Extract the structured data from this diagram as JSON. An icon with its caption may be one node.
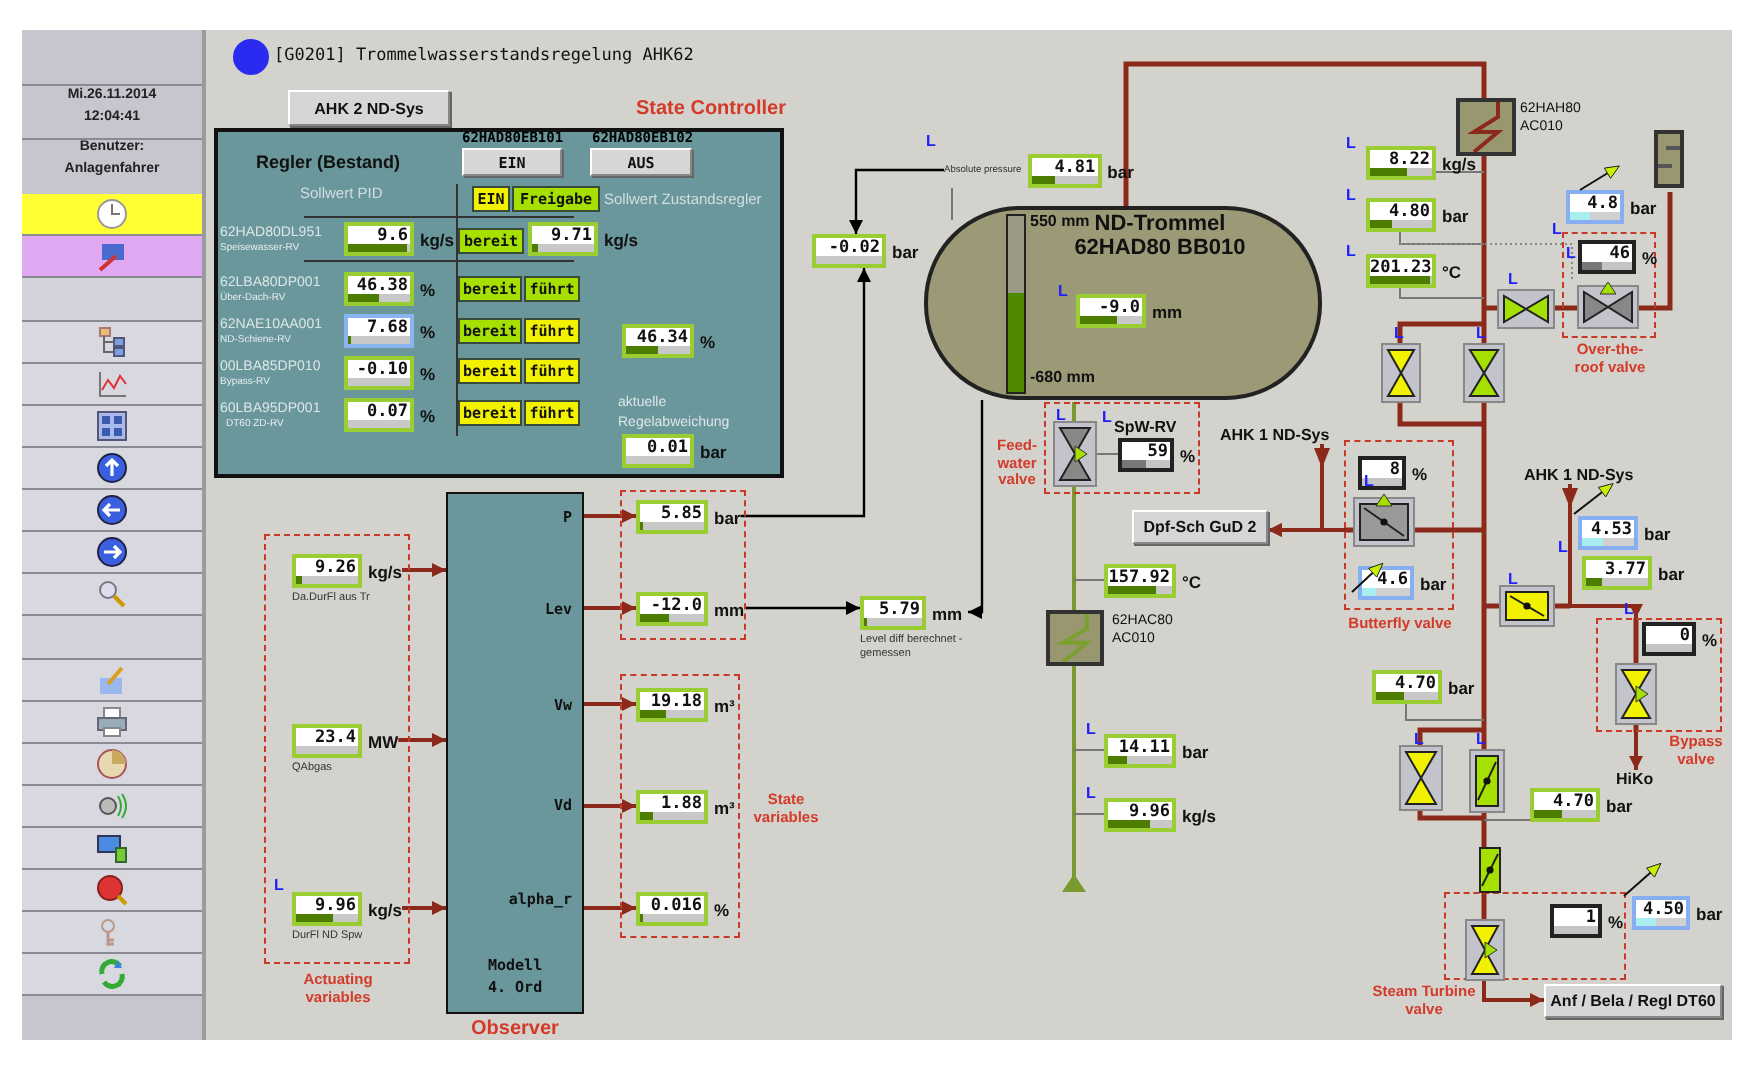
{
  "diagram": {
    "title": "[G0201] Trommelwasserstandsregelung AHK62",
    "nodes": [
      {
        "text": [
          "AHK 2 ND-Sys"
        ]
      },
      {
        "text": [
          "Regler (Bestand)"
        ],
        "beside": [
          "State Controller"
        ]
      },
      {
        "text": [
          "EIN"
        ],
        "in": 1
      },
      {
        "text": [
          "AUS"
        ],
        "in": 1
      },
      {
        "text": [
          "EIN"
        ],
        "in": 1
      },
      {
        "text": [
          "Freigabe"
        ],
        "in": 1
      },
      {
        "text": [
          "9.6"
        ],
        "beside": [
          "kg/s"
        ],
        "in": 1
      },
      {
        "text": [
          "bereit"
        ],
        "in": 1
      },
      {
        "text": [
          "9.71"
        ],
        "beside": [
          "kg/s"
        ],
        "in": 1
      },
      {
        "text": [
          "46.38"
        ],
        "beside": [
          "%"
        ],
        "in": 1
      },
      {
        "text": [
          "bereit"
        ],
        "in": 1
      },
      {
        "text": [
          "führt"
        ],
        "in": 1
      },
      {
        "text": [
          "7.68"
        ],
        "beside": [
          "%"
        ],
        "in": 1
      },
      {
        "text": [
          "bereit"
        ],
        "in": 1
      },
      {
        "text": [
          "führt"
        ],
        "in": 1
      },
      {
        "text": [
          "-0.10"
        ],
        "beside": [
          "%"
        ],
        "in": 1
      },
      {
        "text": [
          "bereit"
        ],
        "in": 1
      },
      {
        "text": [
          "führt"
        ],
        "in": 1
      },
      {
        "text": [
          "0.07"
        ],
        "beside": [
          "%"
        ],
        "in": 1
      },
      {
        "text": [
          "bereit"
        ],
        "in": 1
      },
      {
        "text": [
          "führt"
        ],
        "in": 1
      },
      {
        "text": [
          "46.34"
        ],
        "beside": [
          "%"
        ],
        "in": 1
      },
      {
        "text": [
          "0.01"
        ],
        "beside": [
          "bar"
        ],
        "in": 1
      },
      {
        "text": [
          "-0.02"
        ],
        "beside": [
          "bar"
        ]
      },
      {
        "text": [
          "4.81"
        ],
        "beside": [
          "bar",
          "Absolute pressure"
        ]
      },
      {
        "text": [
          "550 mm",
          "ND-Trommel 62HAD80 BB010",
          "-680 mm"
        ]
      },
      {
        "text": [
          "-9.0"
        ],
        "beside": [
          "mm"
        ],
        "in": 25
      },
      {
        "text": [],
        "shape": "box",
        "beside": [
          "62HAH80 AC010"
        ]
      },
      {
        "text": [],
        "shape": "box"
      },
      {
        "text": [
          "8.22"
        ],
        "beside": [
          "kg/s"
        ]
      },
      {
        "text": [
          "4.80"
        ],
        "beside": [
          "bar"
        ]
      },
      {
        "text": [
          "201.23"
        ],
        "beside": [
          "°C"
        ]
      },
      {
        "text": [
          "4.8"
        ],
        "beside": [
          "bar"
        ]
      },
      {
        "text": [
          "Over-the-roof valve"
        ]
      },
      {
        "text": [
          "46"
        ],
        "beside": [
          "%"
        ],
        "in": 33
      },
      {
        "text": [
          "Feed-water valve",
          "SpW-RV"
        ]
      },
      {
        "text": [
          "59"
        ],
        "beside": [
          "%"
        ],
        "in": 35
      },
      {
        "text": [
          "AHK 1 ND-Sys"
        ]
      },
      {
        "text": [
          "Dpf-Sch GuD 2"
        ]
      },
      {
        "text": [
          "Butterfly valve"
        ]
      },
      {
        "text": [
          "8"
        ],
        "beside": [
          "%"
        ],
        "in": 39
      },
      {
        "text": [
          "4.6"
        ],
        "beside": [
          "bar"
        ],
        "in": 39
      },
      {
        "text": [
          "AHK 1 ND-Sys"
        ]
      },
      {
        "text": [
          "4.53"
        ],
        "beside": [
          "bar"
        ]
      },
      {
        "text": [
          "3.77"
        ],
        "beside": [
          "bar"
        ]
      },
      {
        "text": [
          "Bypass valve"
        ]
      },
      {
        "text": [
          "0"
        ],
        "beside": [
          "%"
        ],
        "in": 45
      },
      {
        "text": [
          "HiKo"
        ]
      },
      {
        "text": [
          "157.92"
        ],
        "beside": [
          "°C"
        ]
      },
      {
        "text": [],
        "shape": "box",
        "beside": [
          "62HAC80 AC010"
        ]
      },
      {
        "text": [
          "14.11"
        ],
        "beside": [
          "bar"
        ]
      },
      {
        "text": [
          "9.96"
        ],
        "beside": [
          "kg/s"
        ]
      },
      {
        "text": [
          "4.70"
        ],
        "beside": [
          "bar"
        ]
      },
      {
        "text": [
          "4.70"
        ],
        "beside": [
          "bar"
        ]
      },
      {
        "text": [
          "Steam Turbine valve"
        ]
      },
      {
        "text": [
          "1"
        ],
        "beside": [
          "%"
        ],
        "in": 54
      },
      {
        "text": [
          "4.50"
        ],
        "beside": [
          "bar"
        ]
      },
      {
        "text": [
          "Anf / Bela / Regl DT60"
        ]
      },
      {
        "text": [
          "P",
          "Lev",
          "Vw",
          "Vd",
          "alpha_r",
          "Modell 4. Ord",
          "Observer"
        ]
      },
      {
        "text": [
          "Actuating variables"
        ]
      },
      {
        "text": [
          "9.26"
        ],
        "beside": [
          "kg/s",
          "Da.DurFl aus Tr"
        ],
        "in": 59
      },
      {
        "text": [
          "23.4"
        ],
        "beside": [
          "MW",
          "QAbgas"
        ],
        "in": 59
      },
      {
        "text": [
          "9.96"
        ],
        "beside": [
          "kg/s",
          "DurFl ND Spw"
        ],
        "in": 59
      },
      {
        "text": [],
        "shape": "box"
      },
      {
        "text": [
          "5.85"
        ],
        "beside": [
          "bar"
        ],
        "in": 63
      },
      {
        "text": [
          "-12.0"
        ],
        "beside": [
          "mm"
        ],
        "in": 63
      },
      {
        "text": [
          "State variables"
        ]
      },
      {
        "text": [
          "19.18"
        ],
        "beside": [
          "m³"
        ],
        "in": 66
      },
      {
        "text": [
          "1.88"
        ],
        "beside": [
          "m³"
        ],
        "in": 66
      },
      {
        "text": [
          "0.016"
        ],
        "beside": [
          "%"
        ],
        "in": 66
      },
      {
        "text": [
          "5.79"
        ],
        "beside": [
          "mm",
          "Level diff berechnet - gemessen"
        ]
      }
    ],
    "edges": [
      {
        "from": 58,
        "to": 64,
        "arrow": "to"
      },
      {
        "from": 58,
        "to": 65,
        "arrow": "to"
      },
      {
        "from": 58,
        "to": 67,
        "arrow": "to"
      },
      {
        "from": 58,
        "to": 68,
        "arrow": "to"
      },
      {
        "from": 58,
        "to": 69,
        "arrow": "to"
      },
      {
        "from": 60,
        "to": 58,
        "arrow": "to"
      },
      {
        "from": 61,
        "to": 58,
        "arrow": "to"
      },
      {
        "from": 62,
        "to": 58,
        "arrow": "to"
      },
      {
        "from": 24,
        "to": 23,
        "arrow": "to",
        "color": "#000000"
      },
      {
        "from": 64,
        "to": 23,
        "arrow": "to",
        "color": "#000000"
      },
      {
        "from": 65,
        "to": 70,
        "arrow": "to",
        "color": "#000000"
      },
      {
        "from": 25,
        "to": 70,
        "arrow": "to",
        "color": "#000000"
      },
      {
        "from": 37,
        "to": 38,
        "arrow": "to"
      },
      {
        "from": 39,
        "to": 38,
        "arrow": "to"
      },
      {
        "from": 42,
        "to": 45,
        "arrow": "to"
      },
      {
        "from": 45,
        "to": 47,
        "arrow": "to"
      },
      {
        "from": 54,
        "to": 57,
        "arrow": "to"
      }
    ],
    "labels": [
      "Mi.26.11.2014",
      "12:04:41",
      "Benutzer:",
      "Anlagenfahrer",
      "62HAD80EB101",
      "62HAD80EB102",
      "Sollwert PID",
      "Sollwert Zustandsregler",
      "62HAD80DL951",
      "Speisewasser-RV",
      "62LBA80DP001",
      "Über-Dach-RV",
      "62NAE10AA001",
      "ND-Schiene-RV",
      "00LBA85DP010",
      "Bypass-RV",
      "60LBA95DP001",
      "DT60 ZD-RV",
      "aktuelle Regelabweichung",
      "L",
      "L",
      "L",
      "L",
      "L",
      "L",
      "L",
      "L",
      "L",
      "L",
      "L",
      "L",
      "L",
      "L",
      "L",
      "L",
      "L",
      "L",
      "L",
      "L",
      "L"
    ]
  }
}
